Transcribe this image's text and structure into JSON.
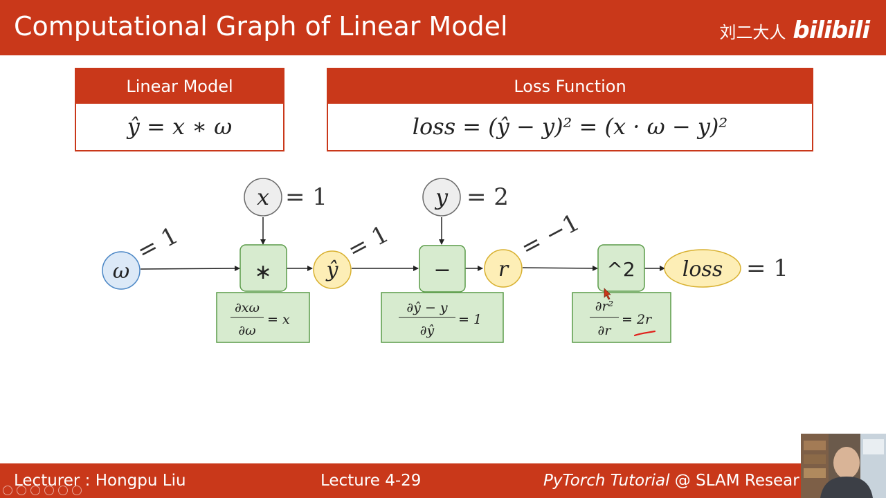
{
  "slide": {
    "title": "Computational Graph of Linear Model",
    "brand_author": "刘二大人",
    "brand_logo": "bilibili"
  },
  "linear_model": {
    "header": "Linear Model",
    "formula": "ŷ = x ∗ ω"
  },
  "loss_function": {
    "header": "Loss Function",
    "formula": "loss = (ŷ − y)² = (x · ω − y)²"
  },
  "graph": {
    "nodes": {
      "omega": "ω",
      "x": "x",
      "x_value": "= 1",
      "multiply": "∗",
      "y_hat": "ŷ",
      "y": "y",
      "y_value": "= 2",
      "subtract": "−",
      "r": "r",
      "square": "^2",
      "loss": "loss",
      "loss_value": "= 1"
    },
    "edge_labels": {
      "omega": "= 1",
      "y_hat": "= 1",
      "r": "= −1"
    },
    "local_gradients": {
      "mul_num": "∂xω",
      "mul_den": "∂ω",
      "mul_res": "= x",
      "sub_num": "∂ŷ − y",
      "sub_den": "∂ŷ",
      "sub_res": "= 1",
      "sq_num": "∂r²",
      "sq_den": "∂r",
      "sq_res": "= 2r"
    },
    "colors": {
      "blue_fill": "#dce9f7",
      "blue_stroke": "#4a86c5",
      "gray_fill": "#eeeeee",
      "gray_stroke": "#6a6a6a",
      "green_fill": "#d7ebcf",
      "green_stroke": "#5a9b48",
      "yellow_fill": "#fdeeb6",
      "yellow_stroke": "#d8b02f",
      "annotation_red": "#e0201b"
    }
  },
  "footer": {
    "lecturer": "Lecturer : Hongpu Liu",
    "lecture": "Lecture 4-29",
    "course_italic": "PyTorch Tutorial",
    "course_rest": " @ SLAM Resear"
  },
  "theme": {
    "accent": "#c9381a"
  }
}
